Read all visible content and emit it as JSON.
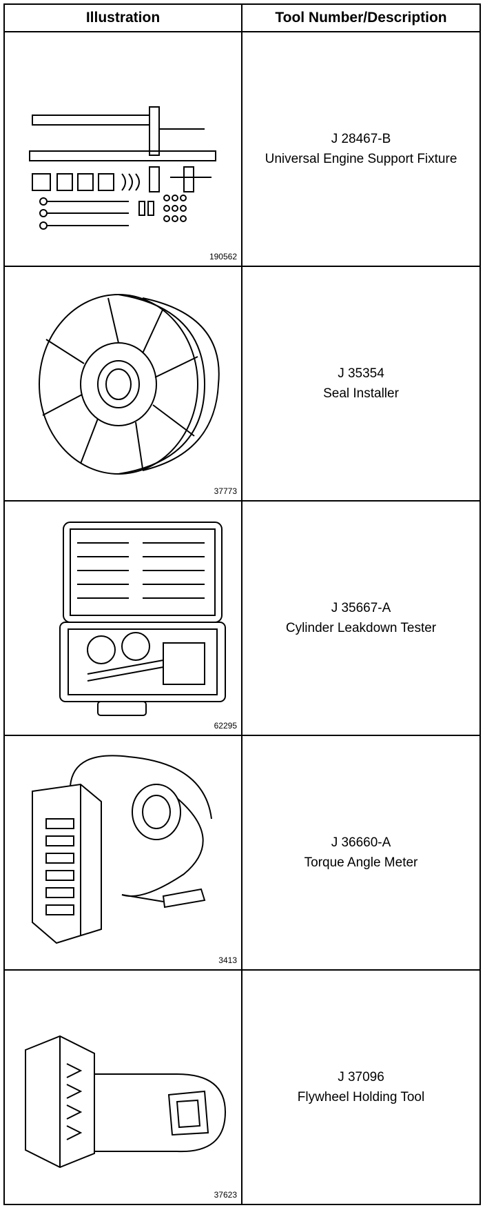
{
  "header": {
    "col1": "Illustration",
    "col2": "Tool Number/Description"
  },
  "rows": [
    {
      "fig": "190562",
      "number": "J 28467-B",
      "desc": "Universal Engine Support Fixture"
    },
    {
      "fig": "37773",
      "number": "J 35354",
      "desc": "Seal Installer"
    },
    {
      "fig": "62295",
      "number": "J 35667-A",
      "desc": "Cylinder Leakdown Tester"
    },
    {
      "fig": "3413",
      "number": "J 36660-A",
      "desc": "Torque Angle Meter"
    },
    {
      "fig": "37623",
      "number": "J 37096",
      "desc": "Flywheel Holding Tool"
    }
  ]
}
